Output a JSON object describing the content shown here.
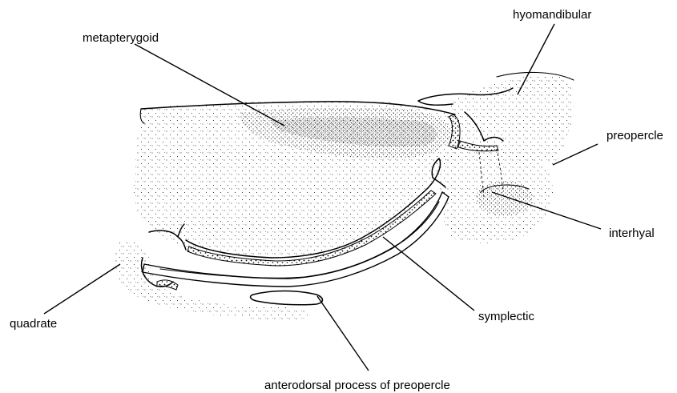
{
  "labels": {
    "hyomandibular": "hyomandibular",
    "metapterygoid": "metapterygoid",
    "preopercle": "preopercle",
    "interhyal": "interhyal",
    "quadrate": "quadrate",
    "symplectic": "symplectic",
    "anterodorsal_process": "anterodorsal process of preopercle"
  },
  "colors": {
    "ink": "#000000",
    "paper": "#ffffff"
  }
}
